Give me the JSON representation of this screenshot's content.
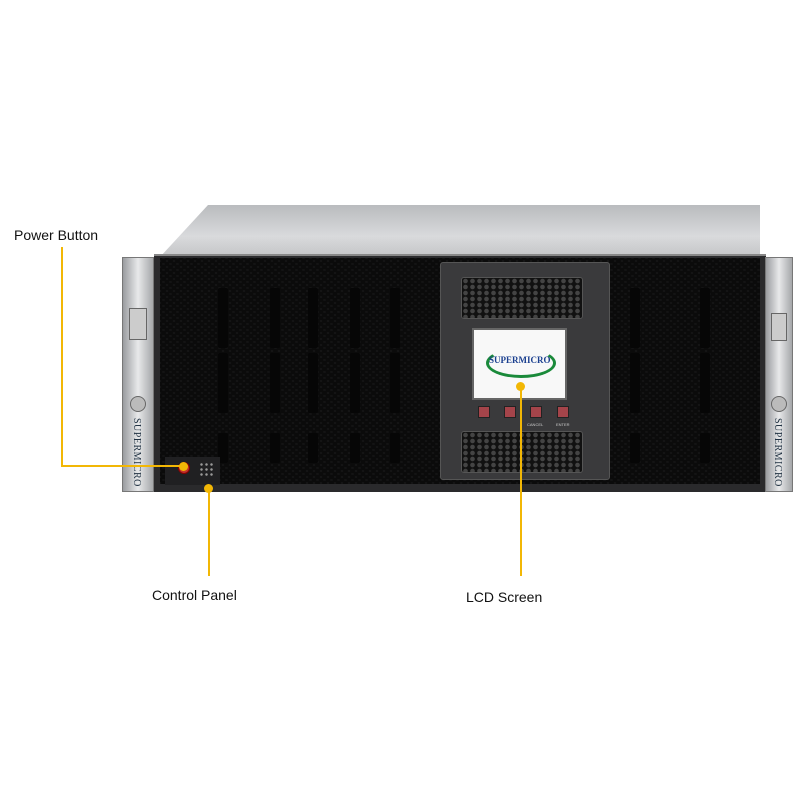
{
  "callouts": [
    {
      "id": "power",
      "label": "Power Button"
    },
    {
      "id": "control",
      "label": "Control Panel"
    },
    {
      "id": "lcd",
      "label": "LCD Screen"
    }
  ],
  "brand": "SUPERMICRO",
  "lcd_buttons": [
    {
      "icon": "arrow-up-icon",
      "label": ""
    },
    {
      "icon": "arrow-down-icon",
      "label": ""
    },
    {
      "icon": "cancel-button",
      "label": "CANCEL"
    },
    {
      "icon": "enter-button",
      "label": "ENTER"
    }
  ],
  "colors": {
    "callout": "#f2b705",
    "logo_green": "#1a8a3a",
    "logo_blue": "#1a3f8f",
    "button_red": "#a4444a"
  }
}
